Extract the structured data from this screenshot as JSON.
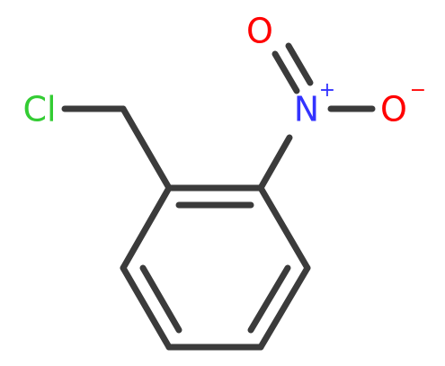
{
  "structure": {
    "atoms": {
      "chlorine": {
        "symbol": "Cl",
        "color": "#33cc33"
      },
      "nitrogen": {
        "symbol": "N",
        "charge": "+",
        "color": "#3333ff"
      },
      "oxygen_double": {
        "symbol": "O",
        "color": "#ff0000"
      },
      "oxygen_single": {
        "symbol": "O",
        "charge": "−",
        "color": "#ff0000"
      }
    },
    "bond_color": "#3b3b3b"
  }
}
